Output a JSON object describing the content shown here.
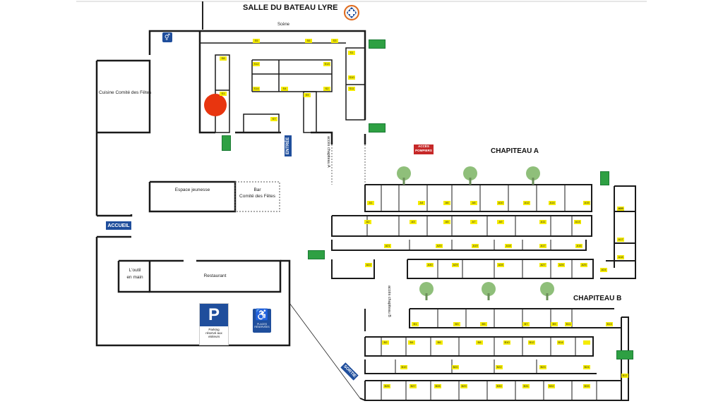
{
  "title": "SALLE DU BATEAU LYRE",
  "stage": "Scène",
  "kitchen": "Cuisine Comité des Fêtes",
  "youth_space": "Espace jeunesse",
  "bar": [
    "Bar",
    "Comité des Fêtes"
  ],
  "reception": "ACCUEIL",
  "entrance": "ENTRÉE",
  "tool": [
    "L'outil",
    "en main"
  ],
  "restaurant": "Restaurant",
  "parking": {
    "letter": "P",
    "caption": [
      "Parking",
      "réservé aux",
      "visiteurs"
    ]
  },
  "accessible": {
    "caption": [
      "PLACES",
      "RÉSERVÉES"
    ]
  },
  "firefighters": [
    "ACCÈS",
    "POMPIERS"
  ],
  "tent_a": "CHAPITEAU A",
  "tent_b": "CHAPITEAU B",
  "access_a": "accès chapiteau A",
  "access_b": "accès chapiteau B",
  "exit_label": "SORTIE",
  "colors": {
    "plan_line": "#1a1a1a",
    "stand_fill": "#f5ec00",
    "exit_green": "#2ea043",
    "blue_sign": "#1f4e9c",
    "red_circle": "#e8350f",
    "tree": "#8fbf7a"
  },
  "tags": {
    "hall": [
      "S8",
      "S5",
      "S6",
      "S3",
      "S1",
      "S10",
      "S11",
      "S12",
      "S13",
      "S14",
      "S4",
      "S2",
      "S9",
      "S7",
      "S1"
    ],
    "tent_a_r1": [
      "A1",
      "A4",
      "A6",
      "A8",
      "A10",
      "A12",
      "A14",
      "A15"
    ],
    "tent_a_r2": [
      "A2",
      "A3",
      "A5",
      "A7",
      "A9",
      "A11",
      "A13"
    ],
    "tent_a_r3": [
      "A21",
      "A20",
      "A19",
      "A18",
      "A17",
      "A16"
    ],
    "tent_a_r4": [
      "A22",
      "A30",
      "A29",
      "A28",
      "A27",
      "A26",
      "A25",
      "A24",
      "A23"
    ],
    "tent_a_side": [
      "A19",
      "A17",
      "A18"
    ],
    "tent_b_r1": [
      "B1",
      "B3",
      "B5",
      "B7",
      "B9",
      "B11",
      "B13"
    ],
    "tent_b_r2": [
      "B2",
      "B4",
      "B6",
      "B8",
      "B10",
      "B12",
      "B14"
    ],
    "tent_b_r3": [
      "B19",
      "B20",
      "B22",
      "B23",
      "B24",
      "B17"
    ],
    "tent_b_r4": [
      "B26",
      "B27",
      "B28",
      "B29",
      "B30",
      "B31",
      "B32",
      "B33"
    ]
  }
}
